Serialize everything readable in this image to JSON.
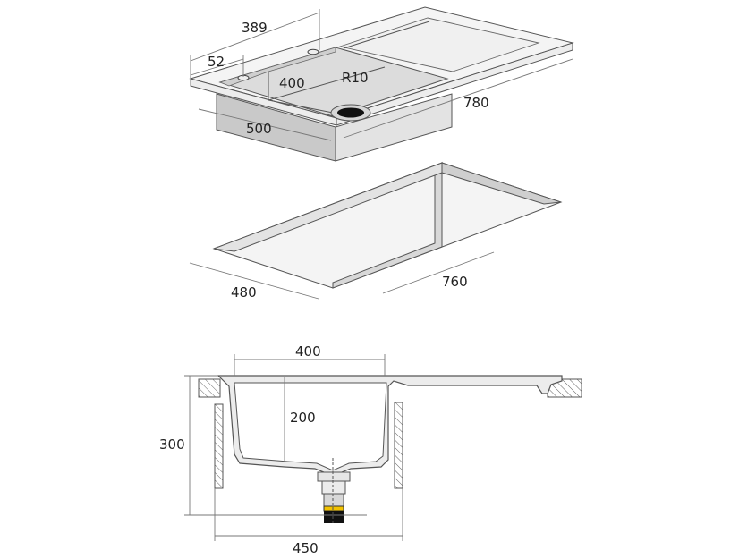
{
  "dimensions": {
    "top_389": "389",
    "top_52": "52",
    "top_400": "400",
    "top_r10": "R10",
    "top_780": "780",
    "top_500": "500",
    "cutout_480": "480",
    "cutout_760": "760",
    "section_400": "400",
    "section_200": "200",
    "section_300": "300",
    "section_450": "450"
  },
  "colors": {
    "line": "#555555",
    "surface": "#f4f4f4",
    "shade": "#c9c9c9",
    "drain": "#111111",
    "waste_band": "#f2c200"
  }
}
